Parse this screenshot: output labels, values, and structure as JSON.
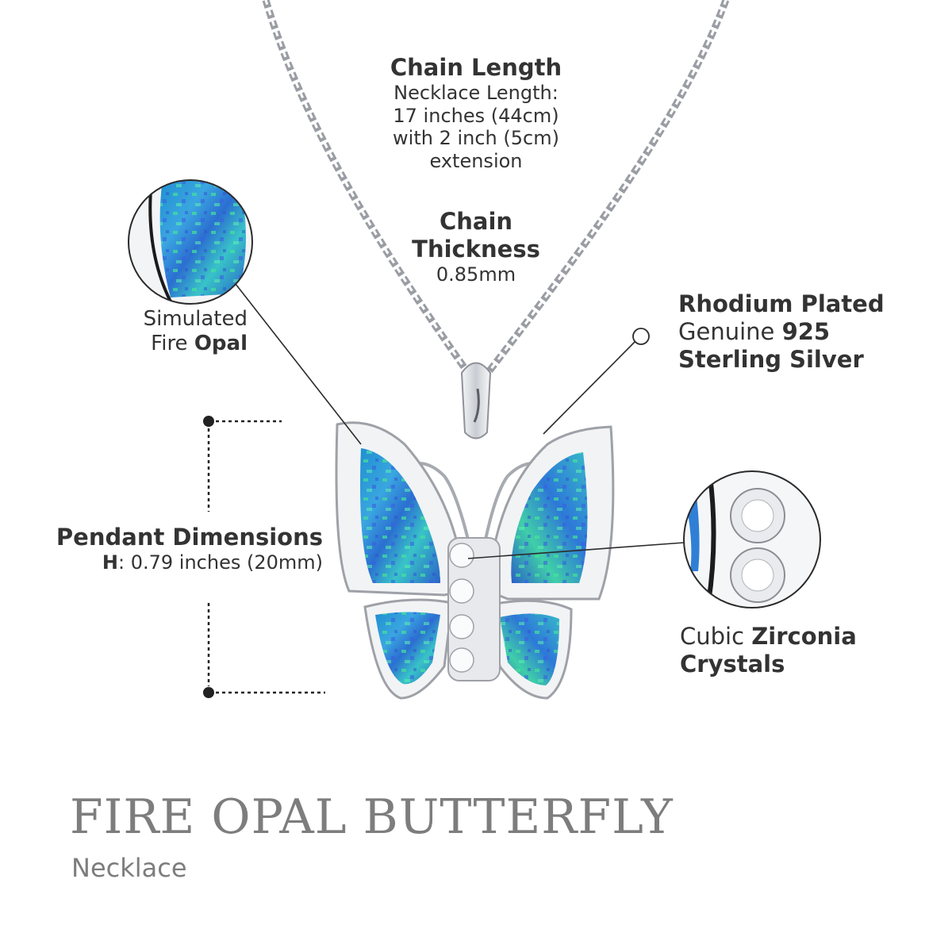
{
  "chain_length": {
    "heading": "Chain Length",
    "lines": [
      "Necklace Length:",
      "17 inches (44cm)",
      "with 2 inch (5cm)",
      "extension"
    ]
  },
  "chain_thickness": {
    "heading_line1": "Chain",
    "heading_line2": "Thickness",
    "value": "0.85mm"
  },
  "plating": {
    "line1": "Rhodium Plated",
    "line2_prefix": "Genuine ",
    "line2_bold": "925",
    "line3": "Sterling Silver"
  },
  "stone": {
    "line1": "Simulated",
    "line2_prefix": "Fire ",
    "line2_bold": "Opal"
  },
  "dimensions": {
    "heading": "Pendant Dimensions",
    "label": "H",
    "value": ": 0.79 inches (20mm)"
  },
  "crystals": {
    "line1_prefix": "Cubic ",
    "line1_bold": "Zirconia",
    "line2": "Crystals"
  },
  "product": {
    "title": "FIRE OPAL BUTTERFLY",
    "subtitle": "Necklace"
  },
  "colors": {
    "opal_blue": "#2f7fd6",
    "opal_green": "#3be08f",
    "silver": "#d9dbe0",
    "text": "#333333",
    "title_gray": "#7d7d7d"
  }
}
